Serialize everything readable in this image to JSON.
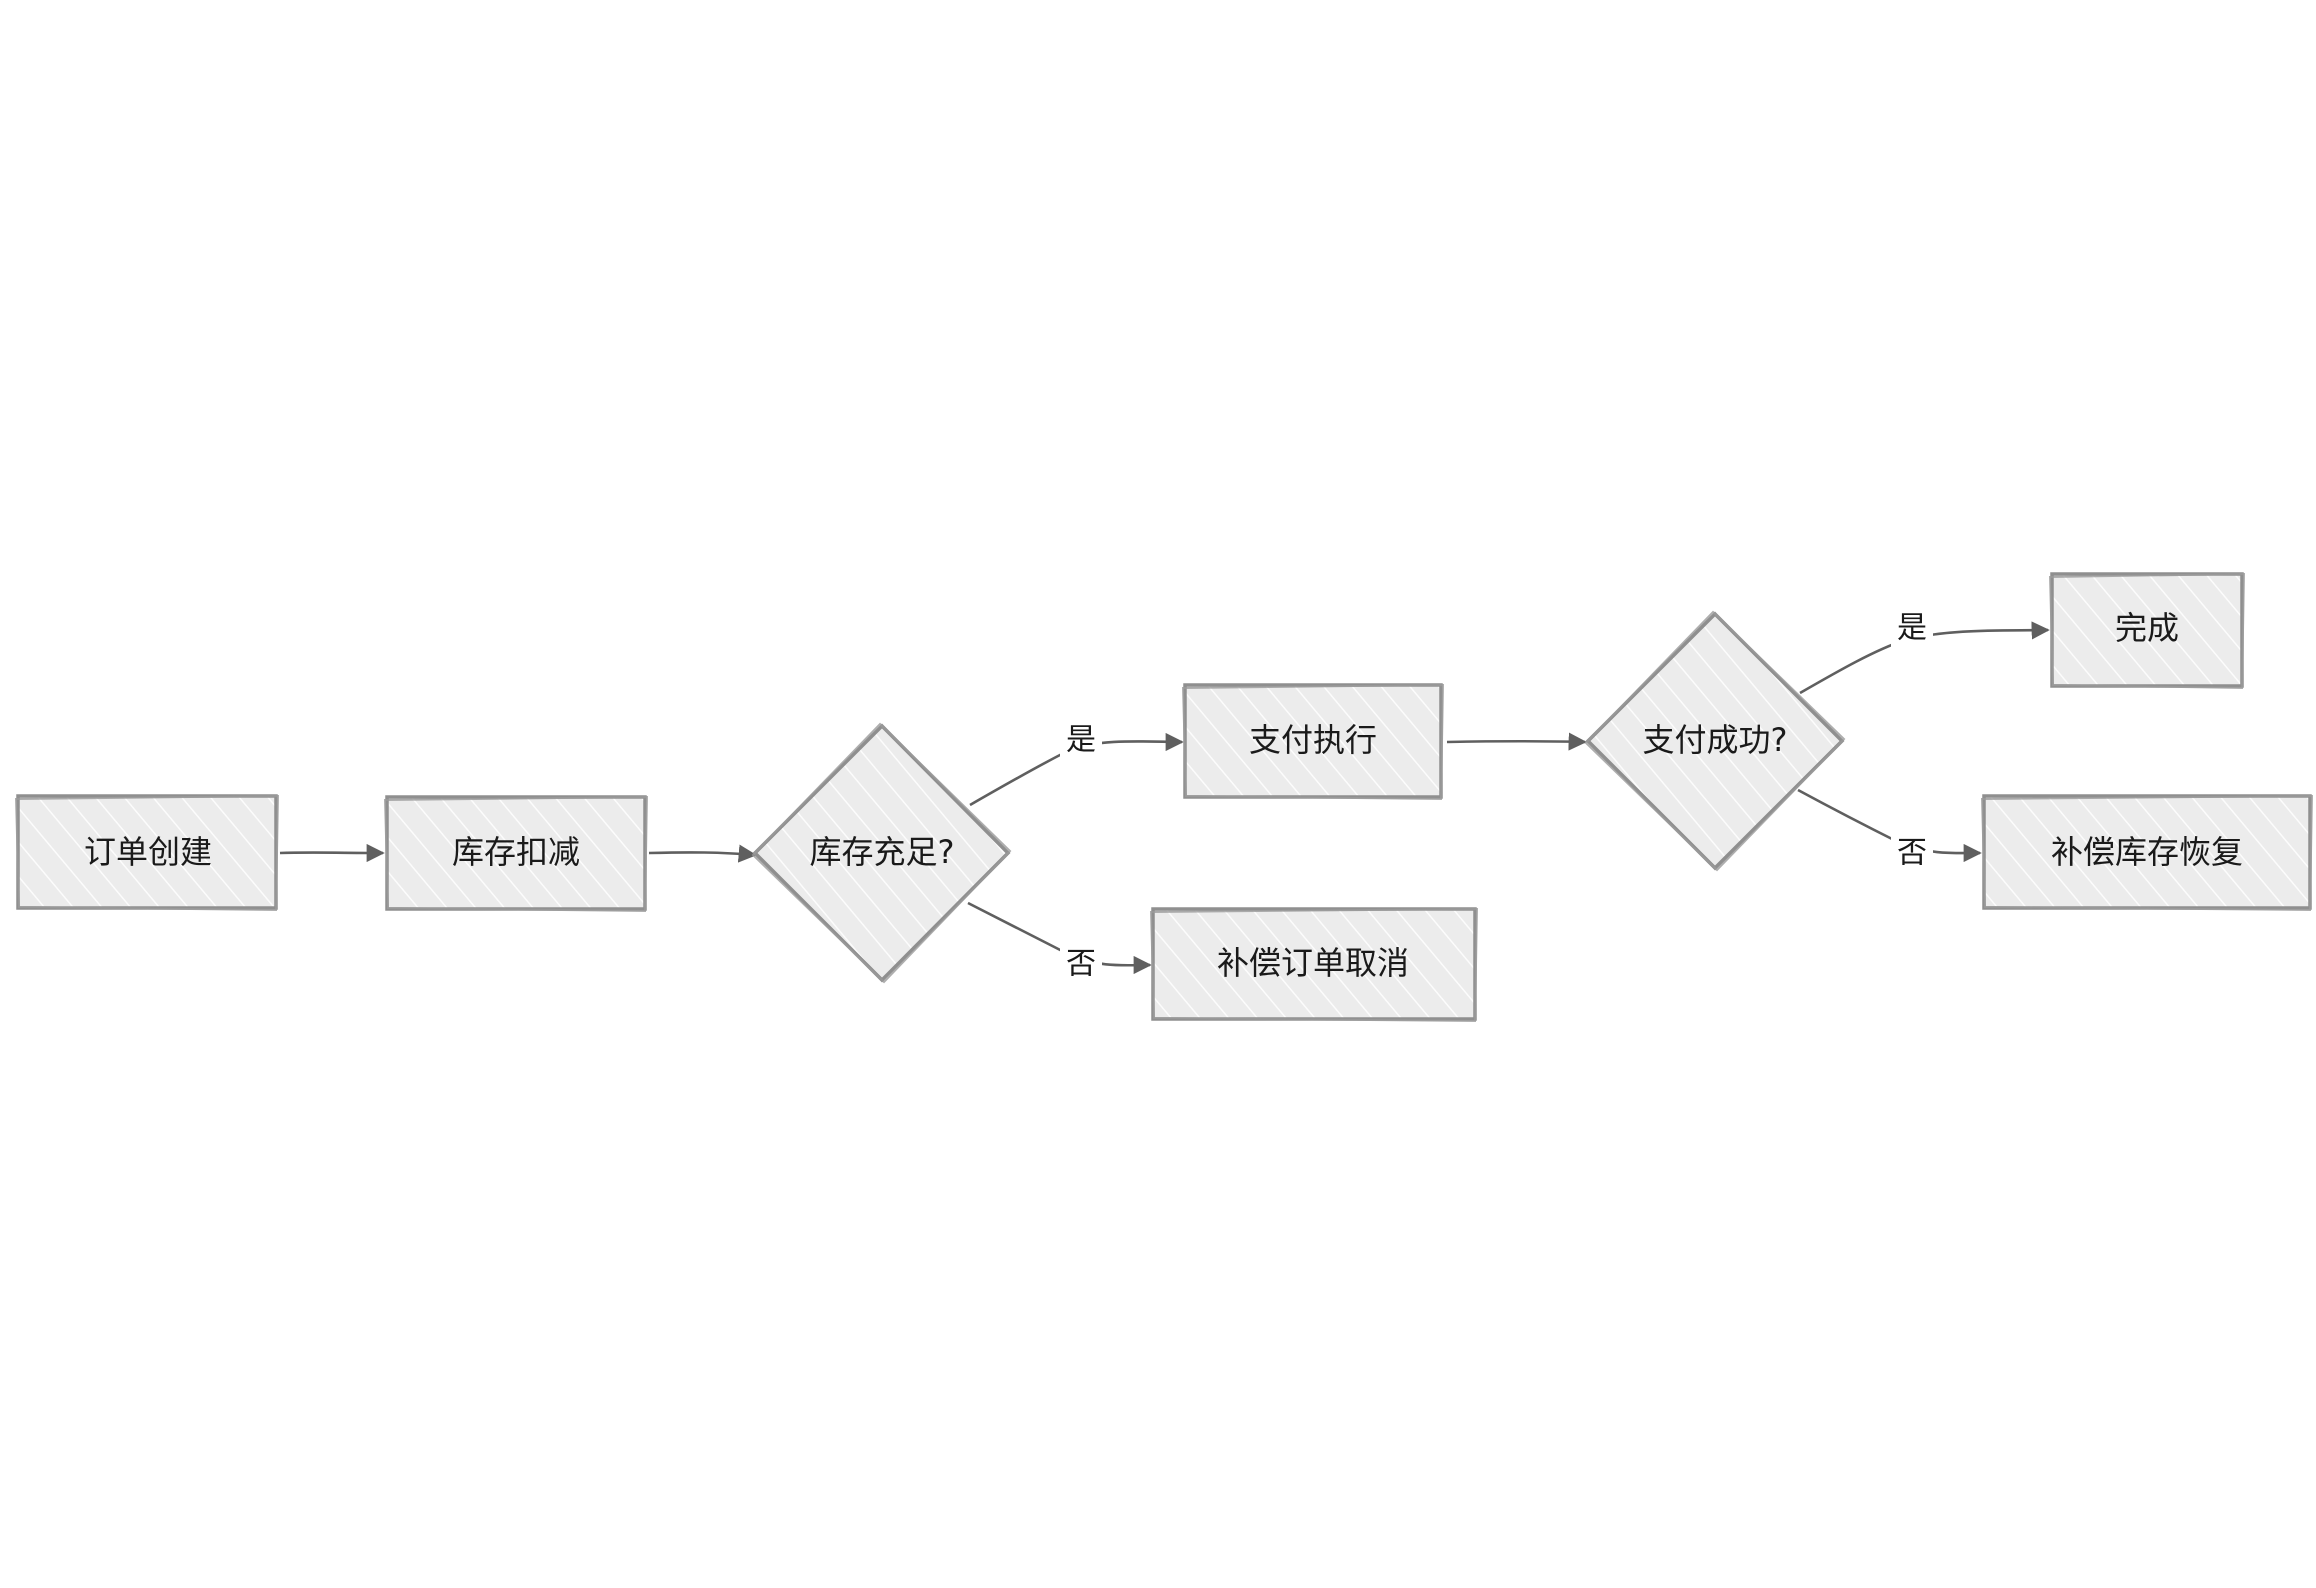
{
  "nodes": {
    "order_create": {
      "label": "订单创建",
      "shape": "rect"
    },
    "stock_deduct": {
      "label": "库存扣减",
      "shape": "rect"
    },
    "stock_check": {
      "label": "库存充足?",
      "shape": "diamond"
    },
    "payment_exec": {
      "label": "支付执行",
      "shape": "rect"
    },
    "cancel_order": {
      "label": "补偿订单取消",
      "shape": "rect"
    },
    "payment_check": {
      "label": "支付成功?",
      "shape": "diamond"
    },
    "complete": {
      "label": "完成",
      "shape": "rect"
    },
    "restore_stock": {
      "label": "补偿库存恢复",
      "shape": "rect"
    }
  },
  "edges": {
    "e1": {
      "from": "order_create",
      "to": "stock_deduct",
      "label": ""
    },
    "e2": {
      "from": "stock_deduct",
      "to": "stock_check",
      "label": ""
    },
    "e3": {
      "from": "stock_check",
      "to": "payment_exec",
      "label": "是"
    },
    "e4": {
      "from": "stock_check",
      "to": "cancel_order",
      "label": "否"
    },
    "e5": {
      "from": "payment_exec",
      "to": "payment_check",
      "label": ""
    },
    "e6": {
      "from": "payment_check",
      "to": "complete",
      "label": "是"
    },
    "e7": {
      "from": "payment_check",
      "to": "restore_stock",
      "label": "否"
    }
  },
  "style": {
    "node_fill": "#ececec",
    "node_stroke": "#8f8f8f",
    "edge_color": "#5f5f5f",
    "hatch_color": "#ffffff"
  }
}
